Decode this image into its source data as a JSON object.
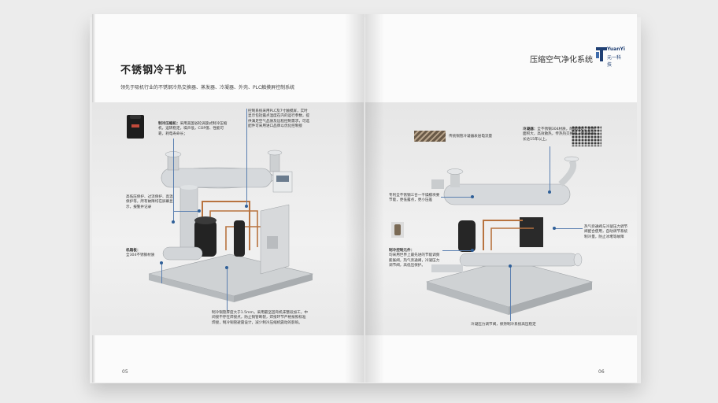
{
  "left_page": {
    "title": "不锈钢冷干机",
    "subtitle": "领先于吸机行业的不锈钢冷热交换器、蒸发器、冷凝器、外壳、PLC触摸屏控制系统",
    "page_number": "05",
    "notes": {
      "compressor": {
        "head": "制冷压缩机：",
        "body": "采用美国谷轮涡旋式制冷压缩机，运转稳定，噪声低，COP值、性能可靠，耗电寿命长；"
      },
      "plc": {
        "body": "控制系统采用PLC及7寸触摸屏，实时显示包括露点温度在内的运行参数，提供满足空气品质及远程控制需求，可选配件可采用进口品牌以优化控制接"
      },
      "protection": {
        "body": "高低压保护、过流保护、高温保护等，所有故障均在屏幕显示，报警并记录"
      },
      "cabinet": {
        "head": "机箱板：",
        "body": "全304不锈钢材质"
      },
      "copper": {
        "body": "制冷铜管厚度大于1.5mm，采用最坚固弯机床整段加工，中间接不存在焊接点，防止铜管断裂，焊接环节严格按照标准焊接，制冷铜管避震设计，减少制冷压缩机震动的影响。"
      }
    }
  },
  "right_page": {
    "header": "压缩空气净化系统",
    "logo_en": "YuanYi",
    "logo_cn": "元一科技",
    "page_number": "06",
    "notes": {
      "condenser_mesh": {
        "body": "传统铜管冷凝器表层电流量"
      },
      "heat_exchanger": {
        "head": "冷凝器：",
        "body": "全不锈钢304材质，耐腐蚀好，传热面积大，高效散热，传热热交换器，使用寿命长达15年以上。"
      },
      "patent": {
        "body": "专利全不锈钢三合一干燥模块要节能，更低露点，更小压差"
      },
      "control_valve": {
        "head": "制冷控制元件：",
        "body": "均采用世界上最先进的节能调频膨胀阀，热气旁通阀，冷凝压力调节阀，高低压保护。"
      },
      "hotgas": {
        "body": "热气旁通阀与冷凝压力调节阀配合使用，自动调节系统制冷量，防止冰堵等故障"
      },
      "bottom": {
        "body": "冷凝压力调节阀，保持制冷系统高压稳定"
      }
    }
  },
  "colors": {
    "accent": "#2f5f98",
    "pipe_copper": "#b8733f",
    "steel": "#d3d6d9"
  }
}
